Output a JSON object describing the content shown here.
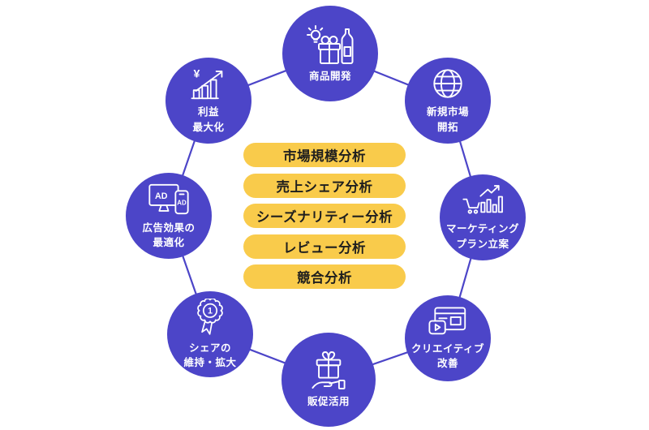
{
  "diagram": {
    "description_colors": {
      "node_fill": "#4C45C8",
      "connector": "#4C45C8",
      "node_text": "#FFFFFF",
      "pill_fill": "#F9CB4B",
      "pill_text": "#1E1E1E",
      "background": "#FFFFFF"
    },
    "center_pills": [
      {
        "label": "市場規模分析"
      },
      {
        "label": "売上シェア分析"
      },
      {
        "label": "シーズナリティー分析"
      },
      {
        "label": "レビュー分析"
      },
      {
        "label": "競合分析"
      }
    ],
    "nodes": [
      {
        "id": "product-development",
        "line1": "商品開発",
        "line2": "",
        "icon": "product-development-icon"
      },
      {
        "id": "new-market",
        "line1": "新規市場",
        "line2": "開拓",
        "icon": "globe-icon"
      },
      {
        "id": "marketing-plan",
        "line1": "マーケティング",
        "line2": "プラン立案",
        "icon": "marketing-chart-icon"
      },
      {
        "id": "creative-improvement",
        "line1": "クリエイティブ",
        "line2": "改善",
        "icon": "creative-video-icon"
      },
      {
        "id": "sales-promotion",
        "line1": "販促活用",
        "line2": "",
        "icon": "gift-hand-icon"
      },
      {
        "id": "share-growth",
        "line1": "シェアの",
        "line2": "維持・拡大",
        "icon": "award-badge-icon",
        "icon_text": "1"
      },
      {
        "id": "ad-optimization",
        "line1": "広告効果の",
        "line2": "最適化",
        "icon": "ad-devices-icon",
        "icon_text": "AD"
      },
      {
        "id": "profit-maximization",
        "line1": "利益",
        "line2": "最大化",
        "icon": "yen-chart-icon",
        "icon_text": "¥"
      }
    ]
  }
}
